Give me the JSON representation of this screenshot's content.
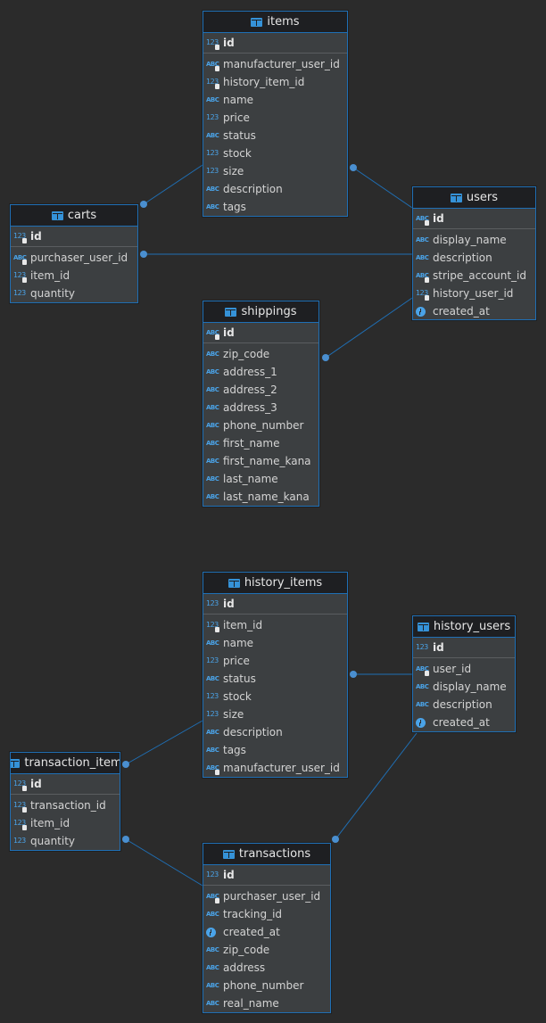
{
  "tables": {
    "items": {
      "title": "items",
      "pk": {
        "type": "123",
        "name": "id",
        "key": true
      },
      "columns": [
        {
          "type": "ABC",
          "name": "manufacturer_user_id",
          "key": true
        },
        {
          "type": "123",
          "name": "history_item_id",
          "key": true
        },
        {
          "type": "ABC",
          "name": "name"
        },
        {
          "type": "123",
          "name": "price"
        },
        {
          "type": "ABC",
          "name": "status"
        },
        {
          "type": "123",
          "name": "stock"
        },
        {
          "type": "123",
          "name": "size"
        },
        {
          "type": "ABC",
          "name": "description"
        },
        {
          "type": "ABC",
          "name": "tags"
        }
      ]
    },
    "users": {
      "title": "users",
      "pk": {
        "type": "ABC",
        "name": "id",
        "key": true
      },
      "columns": [
        {
          "type": "ABC",
          "name": "display_name"
        },
        {
          "type": "ABC",
          "name": "description"
        },
        {
          "type": "ABC",
          "name": "stripe_account_id",
          "key": true
        },
        {
          "type": "123",
          "name": "history_user_id",
          "key": true
        },
        {
          "type": "clock",
          "name": "created_at"
        }
      ]
    },
    "carts": {
      "title": "carts",
      "pk": {
        "type": "123",
        "name": "id",
        "key": true
      },
      "columns": [
        {
          "type": "ABC",
          "name": "purchaser_user_id",
          "key": true
        },
        {
          "type": "123",
          "name": "item_id",
          "key": true
        },
        {
          "type": "123",
          "name": "quantity"
        }
      ]
    },
    "shippings": {
      "title": "shippings",
      "pk": {
        "type": "ABC",
        "name": "id",
        "key": true
      },
      "columns": [
        {
          "type": "ABC",
          "name": "zip_code"
        },
        {
          "type": "ABC",
          "name": "address_1"
        },
        {
          "type": "ABC",
          "name": "address_2"
        },
        {
          "type": "ABC",
          "name": "address_3"
        },
        {
          "type": "ABC",
          "name": "phone_number"
        },
        {
          "type": "ABC",
          "name": "first_name"
        },
        {
          "type": "ABC",
          "name": "first_name_kana"
        },
        {
          "type": "ABC",
          "name": "last_name"
        },
        {
          "type": "ABC",
          "name": "last_name_kana"
        }
      ]
    },
    "history_items": {
      "title": "history_items",
      "pk": {
        "type": "123",
        "name": "id"
      },
      "columns": [
        {
          "type": "123",
          "name": "item_id",
          "key": true
        },
        {
          "type": "ABC",
          "name": "name"
        },
        {
          "type": "123",
          "name": "price"
        },
        {
          "type": "ABC",
          "name": "status"
        },
        {
          "type": "123",
          "name": "stock"
        },
        {
          "type": "123",
          "name": "size"
        },
        {
          "type": "ABC",
          "name": "description"
        },
        {
          "type": "ABC",
          "name": "tags"
        },
        {
          "type": "ABC",
          "name": "manufacturer_user_id",
          "key": true
        }
      ]
    },
    "history_users": {
      "title": "history_users",
      "pk": {
        "type": "123",
        "name": "id"
      },
      "columns": [
        {
          "type": "ABC",
          "name": "user_id",
          "key": true
        },
        {
          "type": "ABC",
          "name": "display_name"
        },
        {
          "type": "ABC",
          "name": "description"
        },
        {
          "type": "clock",
          "name": "created_at"
        }
      ]
    },
    "transaction_item": {
      "title": "transaction_item",
      "pk": {
        "type": "123",
        "name": "id",
        "key": true
      },
      "columns": [
        {
          "type": "123",
          "name": "transaction_id",
          "key": true
        },
        {
          "type": "123",
          "name": "item_id",
          "key": true
        },
        {
          "type": "123",
          "name": "quantity"
        }
      ]
    },
    "transactions": {
      "title": "transactions",
      "pk": {
        "type": "123",
        "name": "id"
      },
      "columns": [
        {
          "type": "ABC",
          "name": "purchaser_user_id",
          "key": true
        },
        {
          "type": "ABC",
          "name": "tracking_id"
        },
        {
          "type": "clock",
          "name": "created_at"
        },
        {
          "type": "ABC",
          "name": "zip_code"
        },
        {
          "type": "ABC",
          "name": "address"
        },
        {
          "type": "ABC",
          "name": "phone_number"
        },
        {
          "type": "ABC",
          "name": "real_name"
        }
      ]
    }
  },
  "colors": {
    "line": "#1f6fb5",
    "connector": "#4a8fd0",
    "background": "#2b2b2b"
  }
}
